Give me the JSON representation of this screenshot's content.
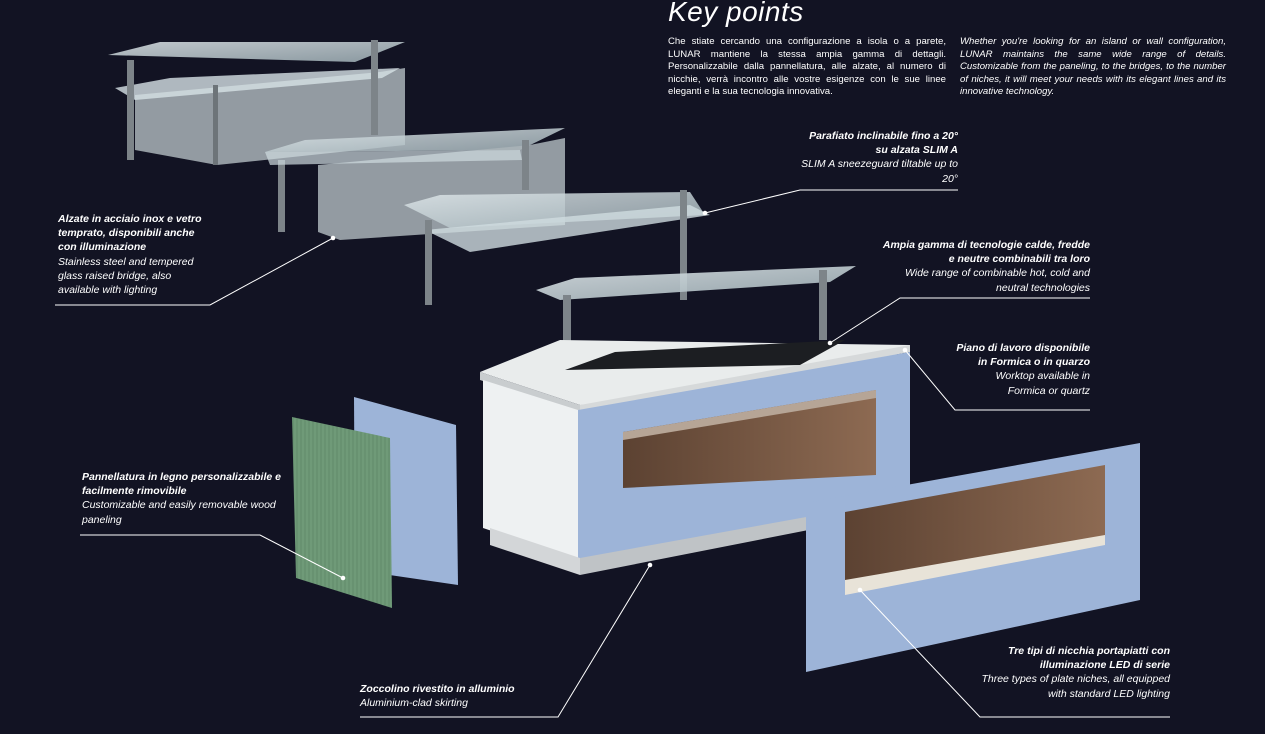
{
  "title": "Key points",
  "intro": {
    "it": "Che stiate cercando una configurazione a isola o a parete, LUNAR mantiene la stessa ampia gamma di dettagli. Personalizzabile dalla pannellatura, alle alzate, al numero di nicchie, verrà incontro alle vostre esigenze con le sue linee eleganti e la sua tecnologia innovativa.",
    "en": "Whether you're looking for an island or wall configuration, LUNAR maintains the same wide range of details. Customizable from the paneling, to the bridges, to the number of niches, it will meet your needs with its elegant lines and its innovative technology."
  },
  "callouts": {
    "bridges": {
      "it": "Alzate in acciaio inox e vetro temprato, disponibili anche con illuminazione",
      "en": "Stainless steel and tempered glass raised bridge, also available with lighting"
    },
    "sneezeguard": {
      "it": "Parafiato inclinabile fino a 20° su alzata SLIM A",
      "en": "SLIM A sneezeguard tiltable up to 20°"
    },
    "technologies": {
      "it": "Ampia gamma di tecnologie calde, fredde e neutre combinabili tra loro",
      "en": "Wide range of combinable hot, cold and neutral technologies"
    },
    "worktop": {
      "it": "Piano di lavoro disponibile in Formica o in quarzo",
      "en": "Worktop available in Formica or quartz"
    },
    "paneling": {
      "it": "Pannellatura in legno personalizzabile e facilmente rimovibile",
      "en": "Customizable and easily removable wood paneling"
    },
    "skirting": {
      "it": "Zoccolino rivestito in alluminio",
      "en": "Aluminium-clad skirting"
    },
    "niches": {
      "it": "Tre tipi di nicchia portapiatti con illuminazione LED di serie",
      "en": "Three types of plate niches, all equipped with standard LED lighting"
    }
  },
  "colors": {
    "background": "#121323",
    "panel_blue": "#9db4d8",
    "panel_green": "#6f9a78",
    "wood": "#7a5a45",
    "glass": "#c9d6dc",
    "steel": "#8e9399"
  }
}
